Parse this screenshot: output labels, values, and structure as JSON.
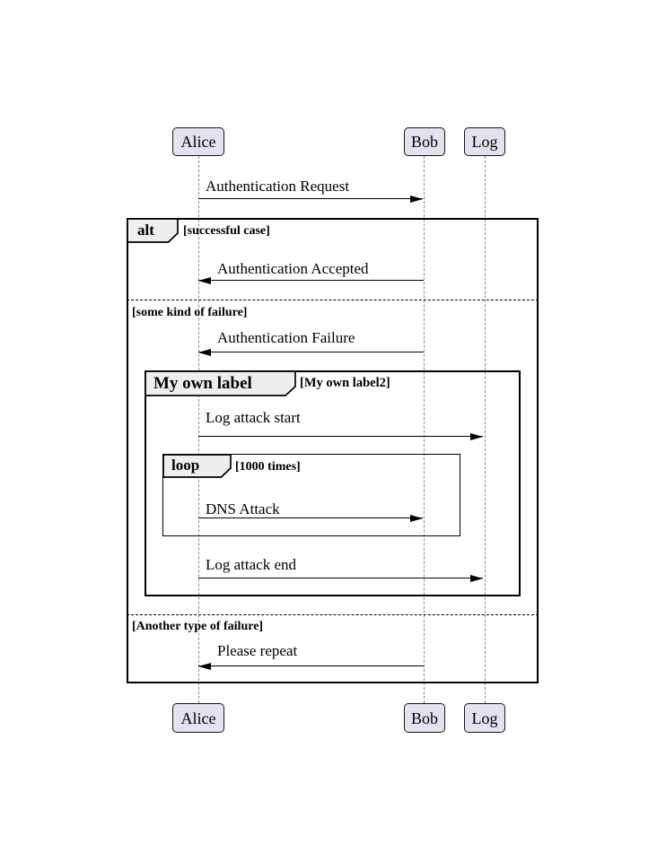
{
  "actors": {
    "alice": "Alice",
    "bob": "Bob",
    "log": "Log"
  },
  "messages": {
    "auth_request": {
      "label": "Authentication Request",
      "from": "Alice",
      "to": "Bob"
    },
    "auth_accepted": {
      "label": "Authentication Accepted",
      "from": "Bob",
      "to": "Alice"
    },
    "auth_failure": {
      "label": "Authentication Failure",
      "from": "Bob",
      "to": "Alice"
    },
    "log_attack_start": {
      "label": "Log attack start",
      "from": "Alice",
      "to": "Log"
    },
    "dns_attack": {
      "label": "DNS Attack",
      "from": "Alice",
      "to": "Bob"
    },
    "log_attack_end": {
      "label": "Log attack end",
      "from": "Alice",
      "to": "Log"
    },
    "please_repeat": {
      "label": "Please repeat",
      "from": "Bob",
      "to": "Alice"
    }
  },
  "frames": {
    "alt": {
      "keyword": "alt",
      "guard": "[successful case]",
      "else1": "[some kind of failure]",
      "else2": "[Another type of failure]"
    },
    "custom": {
      "keyword": "My own label",
      "guard": "[My own label2]"
    },
    "loop": {
      "keyword": "loop",
      "guard": "[1000 times]"
    }
  },
  "colors": {
    "actor_fill": "#E2E2F0",
    "actor_border": "#181818",
    "frame_label_fill": "#EEEEEE",
    "line": "#000000",
    "lifeline": "#888888",
    "background": "#FFFFFF"
  }
}
